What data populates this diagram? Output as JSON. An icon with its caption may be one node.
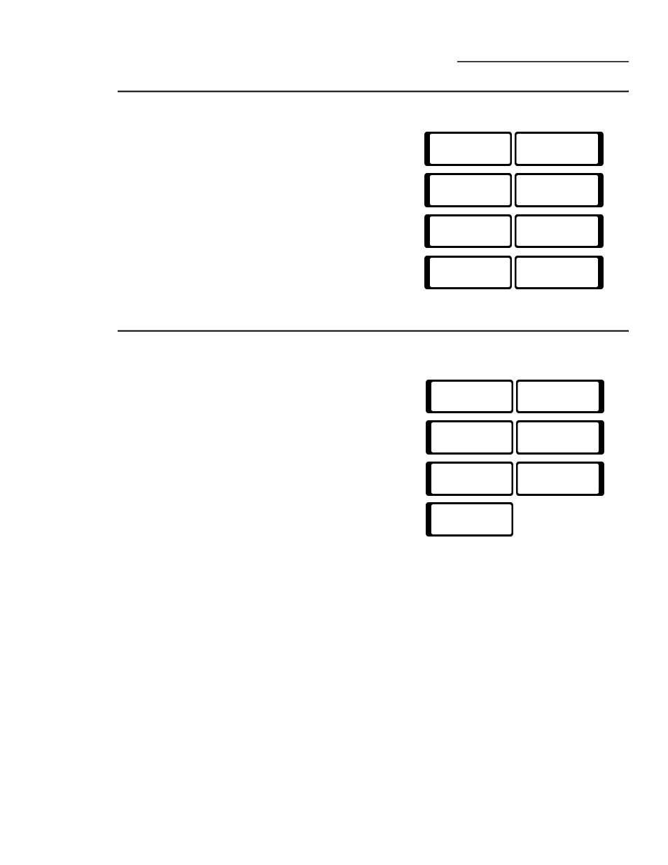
{
  "diagram": {
    "nodes": [
      {
        "text": [],
        "shape": "box"
      },
      {
        "text": [],
        "shape": "box"
      },
      {
        "text": [],
        "shape": "box"
      },
      {
        "text": [],
        "shape": "box"
      },
      {
        "text": [],
        "shape": "box"
      },
      {
        "text": [],
        "shape": "box"
      },
      {
        "text": [],
        "shape": "box"
      },
      {
        "text": [],
        "shape": "box"
      },
      {
        "text": [],
        "shape": "box"
      },
      {
        "text": [],
        "shape": "box"
      },
      {
        "text": [],
        "shape": "box"
      },
      {
        "text": [],
        "shape": "box"
      },
      {
        "text": [],
        "shape": "box"
      },
      {
        "text": [],
        "shape": "box"
      },
      {
        "text": [],
        "shape": "box"
      }
    ]
  }
}
